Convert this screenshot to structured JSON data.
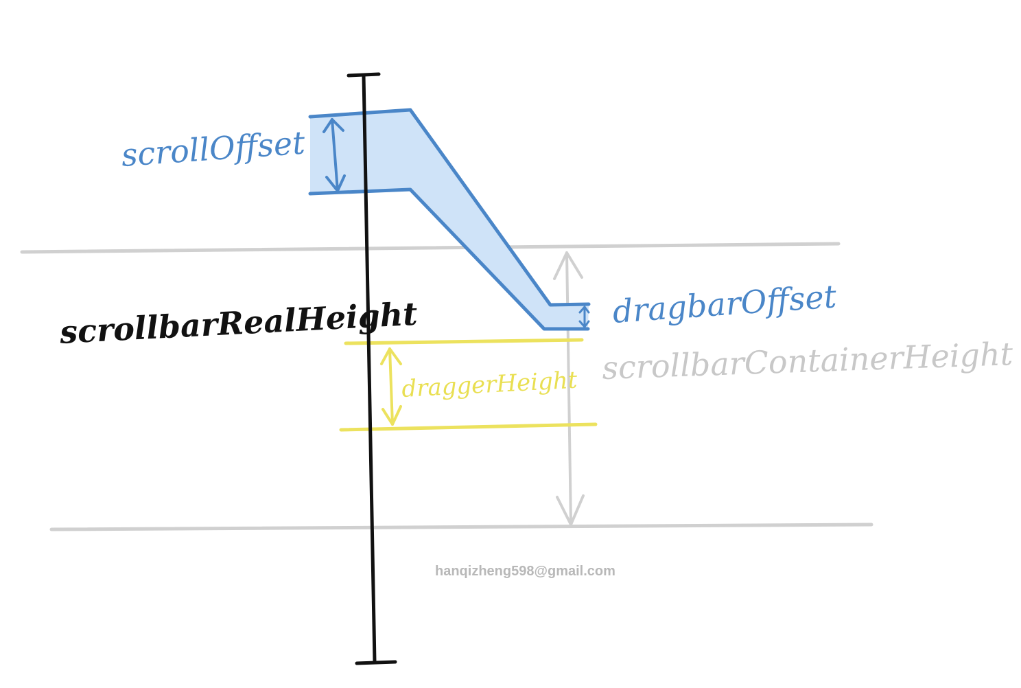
{
  "labels": {
    "scroll_offset": "scrollOffset",
    "scrollbar_real_height": "scrollbarRealHeight",
    "dragbar_offset": "dragbarOffset",
    "scrollbar_container_height": "scrollbarContainerHeight",
    "dragger_height": "draggerHeight"
  },
  "watermark": "hanqizheng598@gmail.com",
  "colors": {
    "blue": "#4a86c8",
    "blue_fill": "#cfe3f8",
    "black": "#111111",
    "gray": "#d0d0d0",
    "yellow": "#ece25e",
    "background": "#ffffff"
  }
}
